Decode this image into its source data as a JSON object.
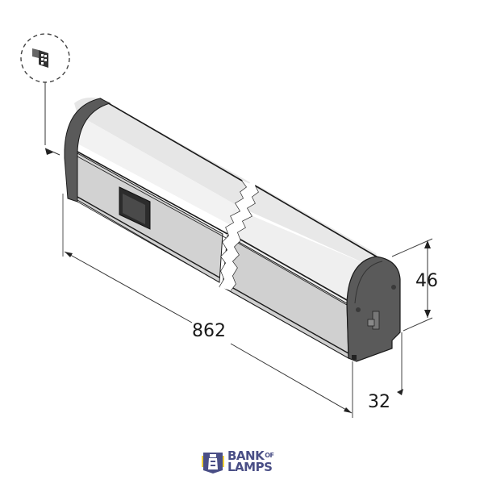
{
  "diagram": {
    "type": "technical dimension drawing",
    "subject": "linear light fixture with rocker switch",
    "dimensions": {
      "length": "862",
      "height": "46",
      "depth": "32"
    },
    "colors": {
      "end_cap": "#5a5a5a",
      "body_top": "#e9e9e9",
      "body_side": "#d4d4d4",
      "outline": "#1a1a1a",
      "dimension_line": "#333333"
    },
    "detail_callout": {
      "icon": "connector-detail-icon"
    }
  },
  "branding": {
    "line1": "BANK",
    "line1_small": "OF",
    "line2": "LAMPS",
    "color": "#4a4f86",
    "accent": "#f2d23a"
  }
}
